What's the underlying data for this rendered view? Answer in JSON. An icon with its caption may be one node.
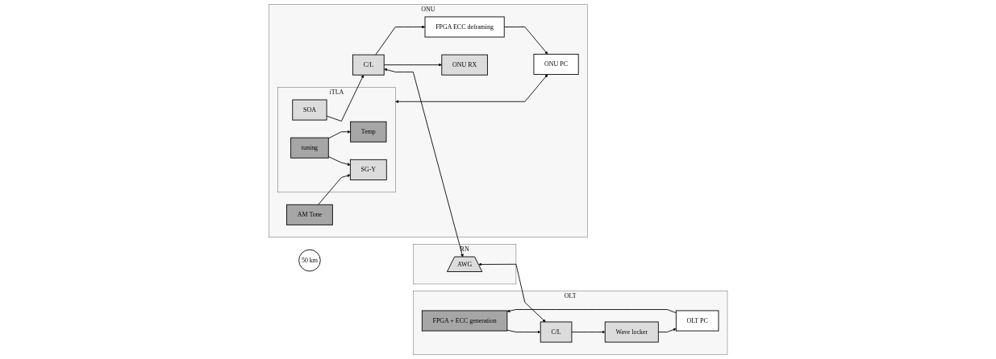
{
  "diagram": {
    "nodes": [
      {
        "text": [
          "OLT"
        ]
      },
      {
        "text": [
          "FPGA + ECC generation"
        ],
        "in": 0
      },
      {
        "text": [
          "C/L"
        ],
        "in": 0
      },
      {
        "text": [
          "OLT PC"
        ],
        "in": 0
      },
      {
        "text": [
          "Wave locker"
        ],
        "in": 0
      },
      {
        "text": [
          "RN"
        ]
      },
      {
        "text": [
          "AWG"
        ],
        "in": 5
      },
      {
        "text": [
          "50 km"
        ]
      },
      {
        "text": [
          "ONU"
        ]
      },
      {
        "text": [
          "AM Tone"
        ],
        "in": 8
      },
      {
        "text": [
          "iTLA"
        ],
        "in": 8
      },
      {
        "text": [
          "SOA"
        ],
        "in": 10
      },
      {
        "text": [
          "SG-Y"
        ],
        "in": 10
      },
      {
        "text": [
          "tuning"
        ],
        "in": 10
      },
      {
        "text": [
          "Temp"
        ],
        "in": 10
      },
      {
        "text": [
          "C/L"
        ],
        "in": 8
      },
      {
        "text": [
          "ONU RX"
        ],
        "in": 8
      },
      {
        "text": [
          "FPGA ECC deframing"
        ],
        "in": 8
      },
      {
        "text": [
          "ONU PC"
        ],
        "in": 8
      }
    ],
    "edges": [
      {
        "from": 1,
        "to": 2,
        "arrow": "to"
      },
      {
        "from": 2,
        "to": 6,
        "arrow": "both"
      },
      {
        "from": 2,
        "to": 4,
        "arrow": "to"
      },
      {
        "from": 4,
        "to": 3,
        "arrow": "to"
      },
      {
        "from": 3,
        "to": 1,
        "arrow": "to"
      },
      {
        "from": 6,
        "to": 15,
        "arrow": "both"
      },
      {
        "from": 9,
        "to": 12,
        "arrow": "to"
      },
      {
        "from": 13,
        "to": 12,
        "arrow": "to"
      },
      {
        "from": 13,
        "to": 14,
        "arrow": "to"
      },
      {
        "from": 11,
        "to": 15,
        "arrow": "to"
      },
      {
        "from": 15,
        "to": 16,
        "arrow": "to"
      },
      {
        "from": 15,
        "to": 17,
        "arrow": "to"
      },
      {
        "from": 17,
        "to": 18,
        "arrow": "to"
      },
      {
        "from": 18,
        "to": 10,
        "arrow": "both"
      }
    ]
  }
}
